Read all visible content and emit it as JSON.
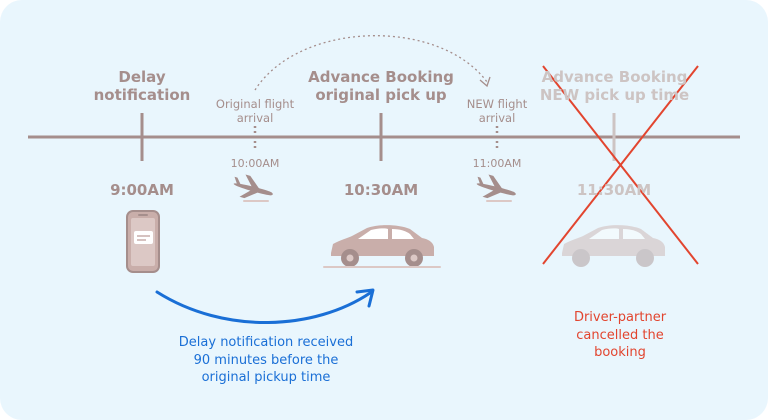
{
  "events": {
    "delay_notification": "Delay\nnotification",
    "original_flight_arrival": "Original flight\narrival",
    "advance_booking_original": "Advance Booking\noriginal pick up",
    "new_flight_arrival": "NEW flight\narrival",
    "advance_booking_new": "Advance Booking\nNEW pick up time"
  },
  "times": {
    "t_900": "9:00AM",
    "t_1000": "10:00AM",
    "t_1030": "10:30AM",
    "t_1100": "11:00AM",
    "t_1130": "11:30AM"
  },
  "notes": {
    "delay_received": "Delay notification received\n90 minutes before the\noriginal pickup time",
    "driver_cancelled": "Driver-partner\ncancelled the\nbooking"
  },
  "icons": {
    "phone": "phone-icon",
    "plane": "airplane-icon",
    "car": "car-icon",
    "cross": "cross-out-mark"
  },
  "colors": {
    "background": "#e9f6fd",
    "timeline": "#a58e8c",
    "blue_accent": "#1a6fd6",
    "red_accent": "#e2452f",
    "faded": "#cdc4c3"
  }
}
